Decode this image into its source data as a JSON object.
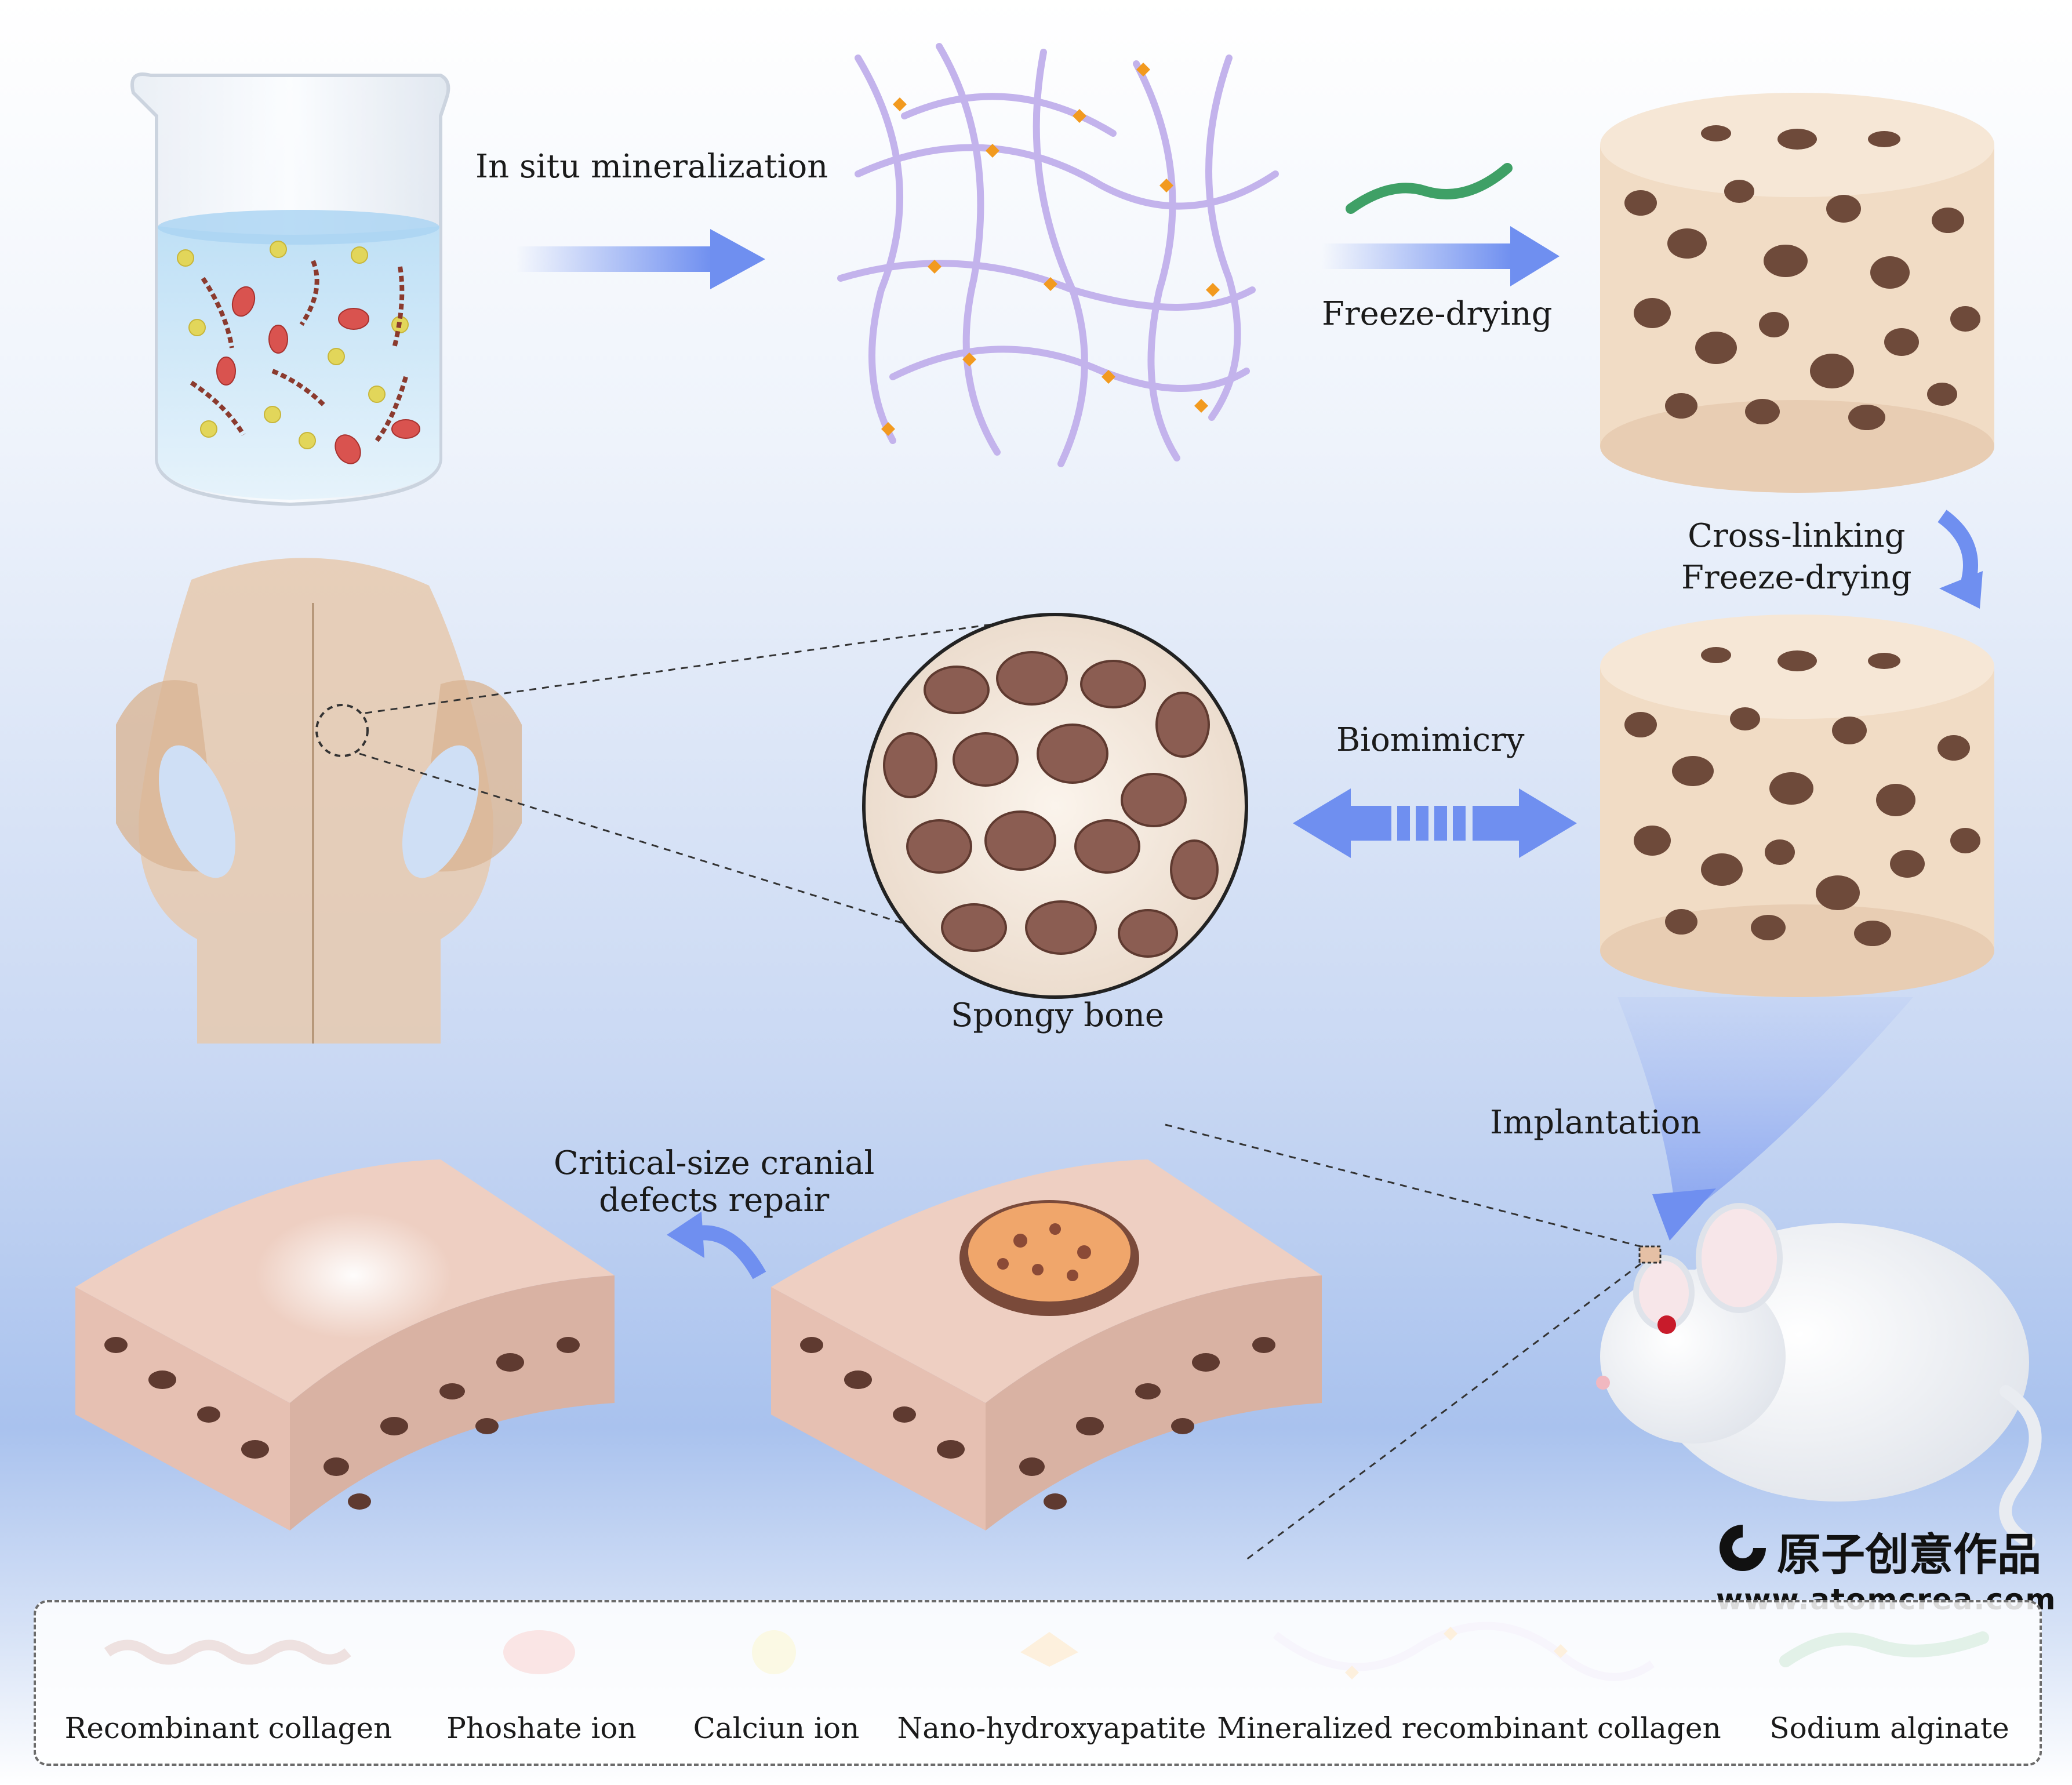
{
  "steps": {
    "mineralization": "In situ mineralization",
    "freeze_drying_1": "Freeze-drying",
    "crosslinking_line1": "Cross-linking",
    "crosslinking_line2": "Freeze-drying",
    "biomimicry": "Biomimicry",
    "spongy_bone": "Spongy bone",
    "implantation": "Implantation",
    "repair_line1": "Critical-size cranial",
    "repair_line2": "defects repair"
  },
  "legend": {
    "items": [
      {
        "label": "Recombinant collagen",
        "icon": "collagen-helix-icon",
        "color": "#8b3a2e"
      },
      {
        "label": "Phoshate ion",
        "icon": "phosphate-ion-icon",
        "color": "#d9534f"
      },
      {
        "label": "Calciun ion",
        "icon": "calcium-ion-icon",
        "color": "#e0d34a"
      },
      {
        "label": "Nano-hydroxyapatite",
        "icon": "hydroxyapatite-icon",
        "color": "#f29a1f"
      },
      {
        "label": "Mineralized recombinant collagen",
        "icon": "mineralized-collagen-icon",
        "color": "#c9b8ec"
      },
      {
        "label": "Sodium alginate",
        "icon": "alginate-icon",
        "color": "#3fa066"
      }
    ]
  },
  "brand": {
    "name": "原子创意作品",
    "url": "www.atomcrea.com"
  },
  "colors": {
    "arrow": "#6f8ff0",
    "scaffold": "#f1dcc5",
    "scaffold_pore": "#6e4a3a",
    "fiber": "#c3b3ec",
    "bone_block": "#eecfc2",
    "liquid": "#cfe6f8"
  }
}
